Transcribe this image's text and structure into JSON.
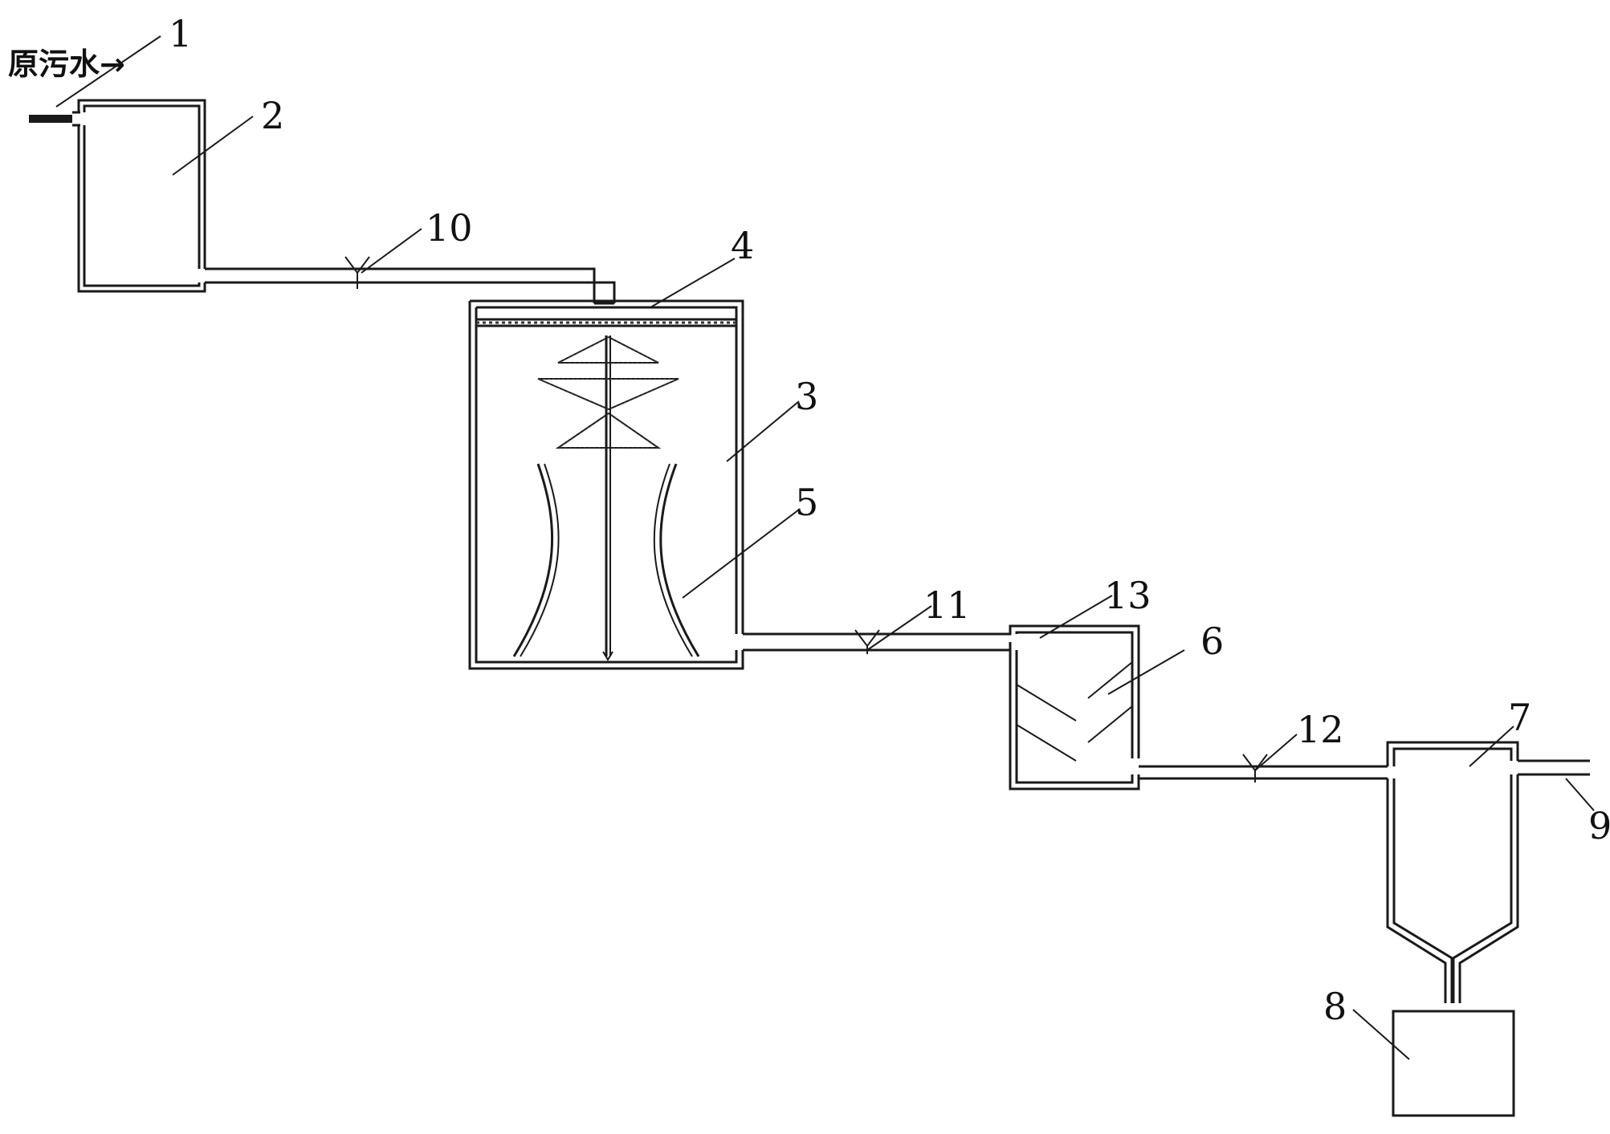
{
  "inlet_label": "原污水→",
  "callouts": {
    "c1": "1",
    "c2": "2",
    "c3": "3",
    "c4": "4",
    "c5": "5",
    "c6": "6",
    "c7": "7",
    "c8": "8",
    "c9": "9",
    "c10": "10",
    "c11": "11",
    "c12": "12",
    "c13": "13"
  }
}
